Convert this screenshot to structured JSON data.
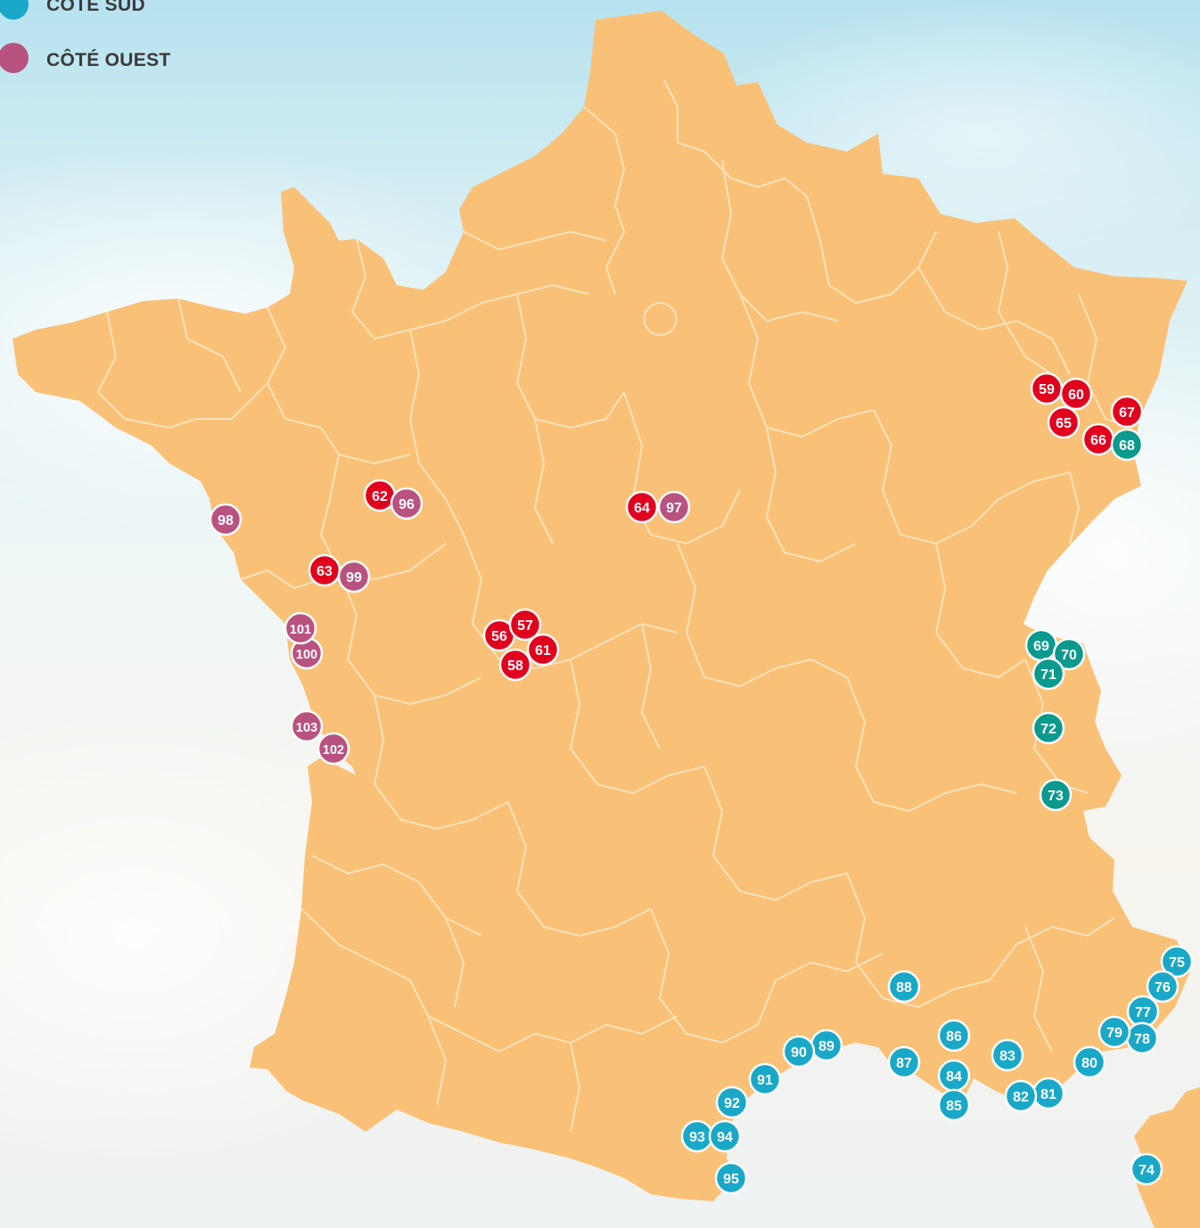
{
  "legend": [
    {
      "label": "CÔTÉ SUD",
      "color": "#1aa8c8"
    },
    {
      "label": "CÔTÉ OUEST",
      "color": "#b9527f"
    }
  ],
  "map": {
    "land_color": "#f9c177",
    "border_color": "#fbe1b8",
    "marker_text_color": "#ffffff"
  },
  "categories": {
    "center": {
      "color": "#e1001e"
    },
    "alps": {
      "color": "#0a9a8e"
    },
    "south": {
      "color": "#1aa8c8"
    },
    "west": {
      "color": "#b9527f"
    }
  },
  "markers": [
    {
      "label": "56",
      "cat": "center"
    },
    {
      "label": "57",
      "cat": "center"
    },
    {
      "label": "58",
      "cat": "center"
    },
    {
      "label": "59",
      "cat": "center"
    },
    {
      "label": "60",
      "cat": "center"
    },
    {
      "label": "61",
      "cat": "center"
    },
    {
      "label": "62",
      "cat": "center"
    },
    {
      "label": "63",
      "cat": "center"
    },
    {
      "label": "64",
      "cat": "center"
    },
    {
      "label": "65",
      "cat": "center"
    },
    {
      "label": "66",
      "cat": "center"
    },
    {
      "label": "67",
      "cat": "center"
    },
    {
      "label": "68",
      "cat": "alps"
    },
    {
      "label": "69",
      "cat": "alps"
    },
    {
      "label": "70",
      "cat": "alps"
    },
    {
      "label": "71",
      "cat": "alps"
    },
    {
      "label": "72",
      "cat": "alps"
    },
    {
      "label": "73",
      "cat": "alps"
    },
    {
      "label": "74",
      "cat": "south"
    },
    {
      "label": "75",
      "cat": "south"
    },
    {
      "label": "76",
      "cat": "south"
    },
    {
      "label": "77",
      "cat": "south"
    },
    {
      "label": "78",
      "cat": "south"
    },
    {
      "label": "79",
      "cat": "south"
    },
    {
      "label": "80",
      "cat": "south"
    },
    {
      "label": "81",
      "cat": "south"
    },
    {
      "label": "82",
      "cat": "south"
    },
    {
      "label": "83",
      "cat": "south"
    },
    {
      "label": "84",
      "cat": "south"
    },
    {
      "label": "85",
      "cat": "south"
    },
    {
      "label": "86",
      "cat": "south"
    },
    {
      "label": "87",
      "cat": "south"
    },
    {
      "label": "88",
      "cat": "south"
    },
    {
      "label": "89",
      "cat": "south"
    },
    {
      "label": "90",
      "cat": "south"
    },
    {
      "label": "91",
      "cat": "south"
    },
    {
      "label": "92",
      "cat": "south"
    },
    {
      "label": "93",
      "cat": "south"
    },
    {
      "label": "94",
      "cat": "south"
    },
    {
      "label": "95",
      "cat": "south"
    },
    {
      "label": "96",
      "cat": "west"
    },
    {
      "label": "97",
      "cat": "west"
    },
    {
      "label": "98",
      "cat": "west"
    },
    {
      "label": "99",
      "cat": "west"
    },
    {
      "label": "100",
      "cat": "west"
    },
    {
      "label": "101",
      "cat": "west"
    },
    {
      "label": "102",
      "cat": "west"
    },
    {
      "label": "103",
      "cat": "west"
    }
  ]
}
